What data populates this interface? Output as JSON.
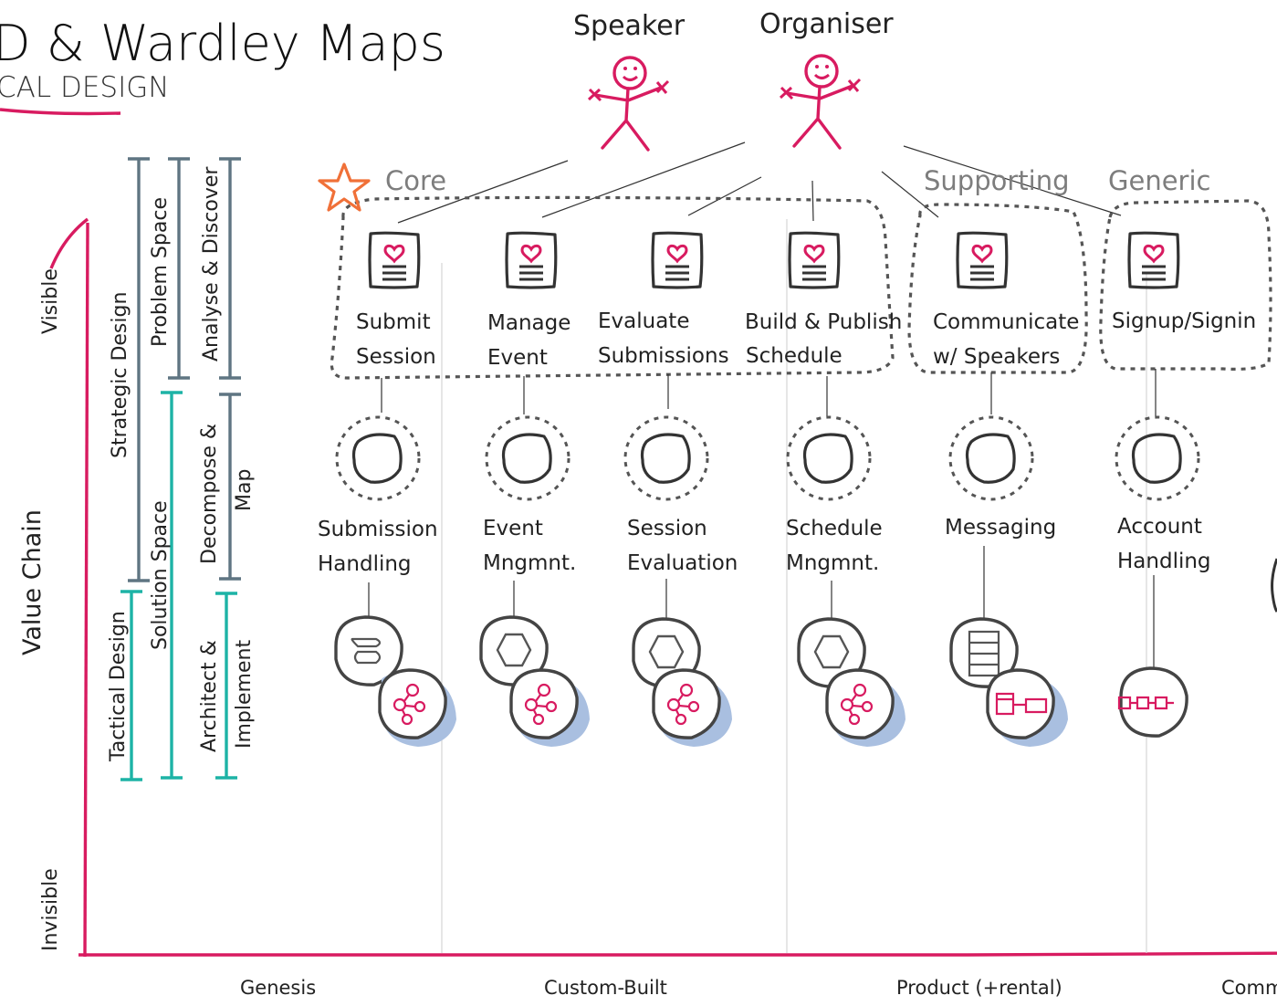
{
  "title": "D & Wardley Maps",
  "subtitle": "CAL DESIGN",
  "actors": [
    {
      "id": "speaker",
      "label": "Speaker"
    },
    {
      "id": "organiser",
      "label": "Organiser"
    }
  ],
  "zones": [
    {
      "id": "core",
      "label": "Core",
      "icon": "star-icon"
    },
    {
      "id": "supporting",
      "label": "Supporting"
    },
    {
      "id": "generic",
      "label": "Generic"
    }
  ],
  "user_needs": [
    {
      "line1": "Submit",
      "line2": "Session"
    },
    {
      "line1": "Manage",
      "line2": "Event"
    },
    {
      "line1": "Evaluate",
      "line2": "Submissions"
    },
    {
      "line1": "Build & Publish",
      "line2": "Schedule"
    },
    {
      "line1": "Communicate",
      "line2": "w/ Speakers"
    },
    {
      "line1": "Signup/Signin",
      "line2": ""
    }
  ],
  "bounded_contexts": [
    {
      "line1": "Submission",
      "line2": "Handling"
    },
    {
      "line1": "Event",
      "line2": "Mngmnt."
    },
    {
      "line1": "Session",
      "line2": "Evaluation"
    },
    {
      "line1": "Schedule",
      "line2": "Mngmnt."
    },
    {
      "line1": "Messaging",
      "line2": ""
    },
    {
      "line1": "Account",
      "line2": "Handling"
    }
  ],
  "design_bars": [
    {
      "label": "Strategic Design"
    },
    {
      "label": "Tactical Design"
    },
    {
      "label": "Problem Space"
    },
    {
      "label": "Solution Space"
    },
    {
      "label": "Analyse & Discover"
    },
    {
      "label": "Decompose &",
      "label2": "Map"
    },
    {
      "label": "Architect &",
      "label2": "Implement"
    }
  ],
  "value_chain": {
    "axis_label": "Value Chain",
    "top_label": "Visible",
    "bottom_label": "Invisible"
  },
  "evolution": [
    "Genesis",
    "Custom-Built",
    "Product (+rental)",
    "Comm"
  ],
  "colors": {
    "accent": "#d81b60",
    "strategic": "#5f7582",
    "tactical": "#1db3a6",
    "star": "#f07038",
    "shadow": "#a9bfe0"
  }
}
